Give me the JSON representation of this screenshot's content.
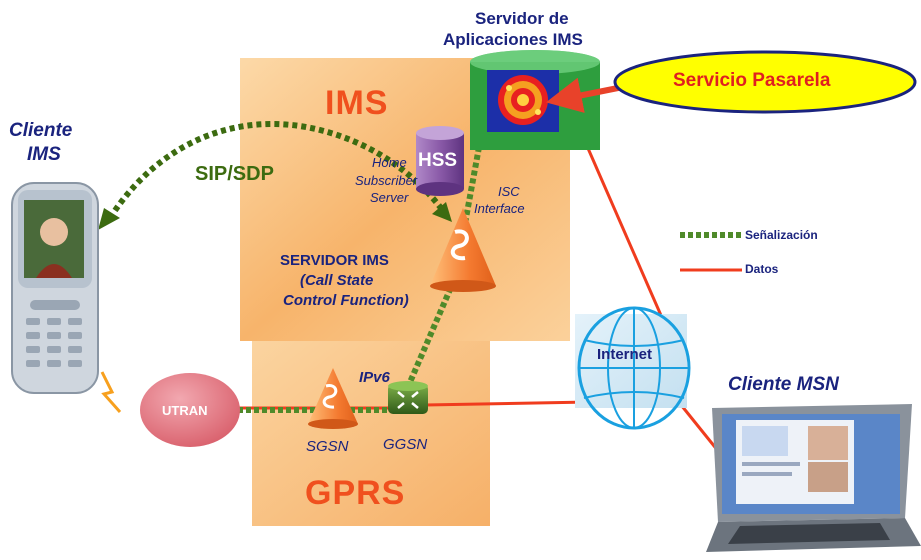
{
  "diagram": {
    "ims_title": "IMS",
    "gprs_title": "GPRS",
    "app_server_title_line1": "Servidor de",
    "app_server_title_line2": "Aplicaciones IMS",
    "gateway_service": "Servicio Pasarela",
    "ims_client_line1": "Cliente",
    "ims_client_line2": "IMS",
    "msn_client": "Cliente MSN",
    "sip_sdp": "SIP/SDP",
    "hss": "HSS",
    "hss_desc_line1": "Home",
    "hss_desc_line2": "Subscriber",
    "hss_desc_line3": "Server",
    "isc_line1": "ISC",
    "isc_line2": "Interface",
    "ims_server_line1": "SERVIDOR IMS",
    "ims_server_line2": "(Call State",
    "ims_server_line3": "Control Function)",
    "utran": "UTRAN",
    "ipv6": "IPv6",
    "sgsn": "SGSN",
    "ggsn": "GGSN",
    "internet": "Internet",
    "legend": {
      "signaling": "Señalización",
      "data": "Datos"
    },
    "colors": {
      "box_orange": "#f7b46b",
      "title_red": "#f0501e",
      "signaling_green": "#4f8a2a",
      "data_red": "#f03c1e",
      "gateway_yellow": "#ffff00",
      "gateway_text_red": "#e02020",
      "utran_pink": "#e07a85",
      "hss_purple": "#8a5aa8",
      "server_green": "#2e9e3e",
      "navy_text": "#1a237e"
    }
  }
}
